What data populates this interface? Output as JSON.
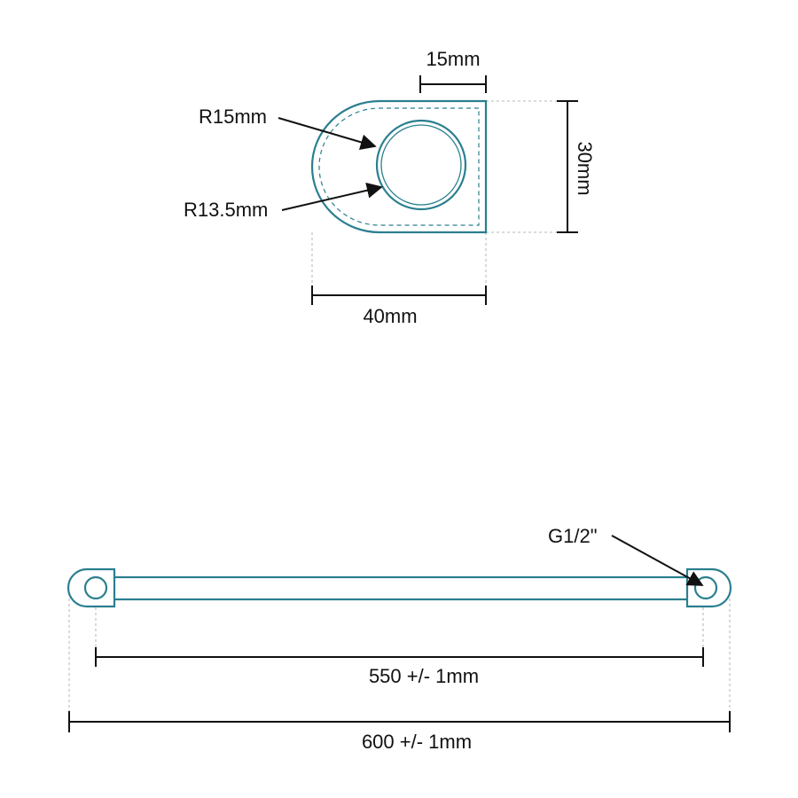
{
  "top_view": {
    "width_label": "15mm",
    "height_label": "30mm",
    "length_label": "40mm",
    "outer_radius_label": "R15mm",
    "inner_radius_label": "R13.5mm"
  },
  "bottom_view": {
    "thread_label": "G1/2\"",
    "centers_label": "550 +/- 1mm",
    "overall_label": "600 +/- 1mm"
  },
  "colors": {
    "part_outline": "#2a7f8f",
    "dimension": "#111111"
  }
}
